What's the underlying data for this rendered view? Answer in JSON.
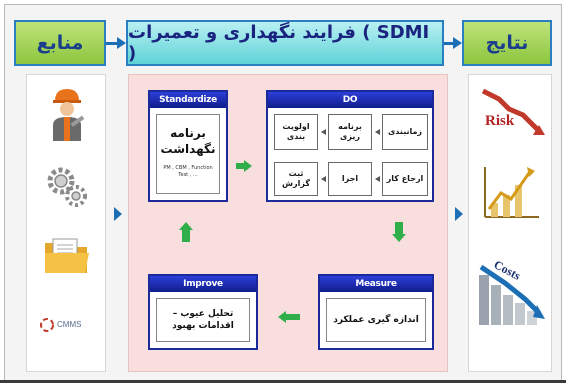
{
  "header": {
    "left_label": "منابع",
    "center_title": "فرایند نگهداری و تعمیرات ( SDMI )",
    "right_label": "نتایج"
  },
  "resources": [
    {
      "name": "worker-with-wrench-icon"
    },
    {
      "name": "gears-icon"
    },
    {
      "name": "folder-documents-icon"
    },
    {
      "name": "cmms-logo"
    }
  ],
  "results": [
    {
      "name": "risk-falling-chart-icon",
      "label": "Risk"
    },
    {
      "name": "rising-chart-icon",
      "label": ""
    },
    {
      "name": "costs-falling-chart-icon",
      "label": "Costs"
    }
  ],
  "cmms_logo_text": "CMMS",
  "standardize": {
    "title": "Standardize",
    "main": "برنامه نگهداشت",
    "sub": "PM , CBM , Function Test , ..."
  },
  "do": {
    "title": "DO",
    "cells": {
      "scheduling": "زمانبندی",
      "planning": "برنامه ریزی",
      "prioritization": "اولویت بندی",
      "assignment": "ارجاع کار",
      "execution": "اجرا",
      "reporting": "ثبت گزارش"
    }
  },
  "measure": {
    "title": "Measure",
    "text": "اندازه گیری عملکرد"
  },
  "improve": {
    "title": "Improve",
    "text": "تحلیل عیوب – اقدامات بهبود"
  },
  "colors": {
    "header_green": "#8cc63e",
    "header_cyan": "#5ed3d8",
    "box_blue": "#1b2a9a",
    "arrow_green": "#2fae4a",
    "arrow_blue": "#1d6fb5",
    "panel_pink": "#f9dede"
  }
}
